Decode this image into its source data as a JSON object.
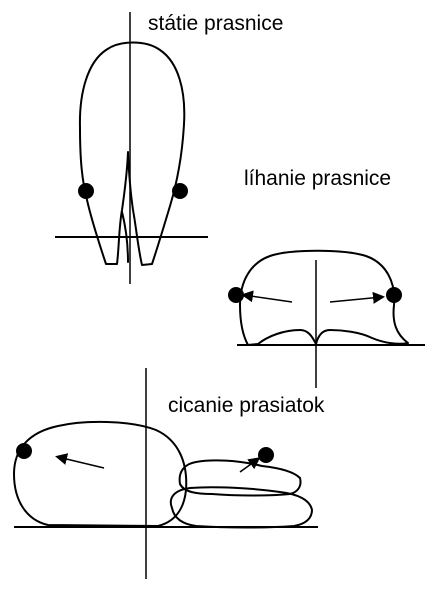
{
  "labels": {
    "standing": "státie prasnice",
    "lying": "líhanie prasnice",
    "suckling": "cicanie prasiatok"
  },
  "colors": {
    "ink": "#000000",
    "background": "#ffffff"
  }
}
